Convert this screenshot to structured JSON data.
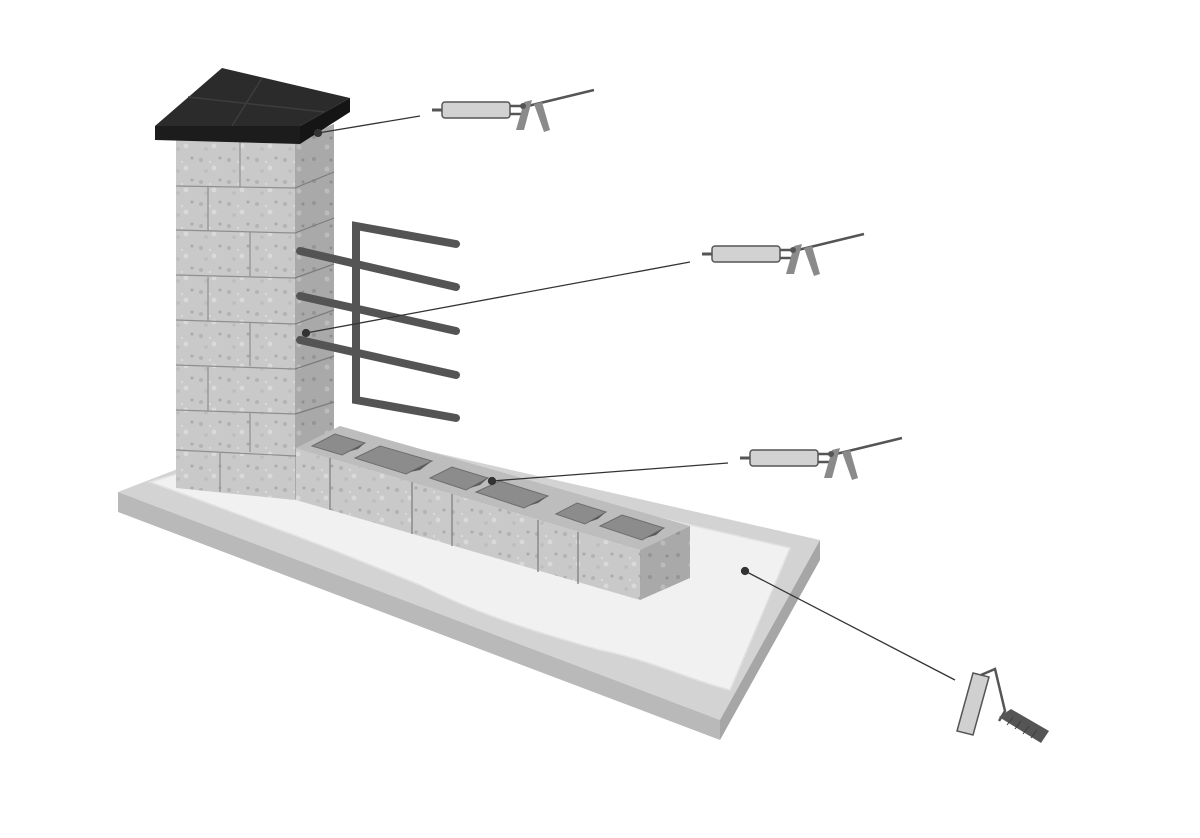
{
  "scene": {
    "type": "illustration",
    "subject": "",
    "colors": {
      "background": "#ffffff",
      "slab": "#d2d2d2",
      "slab_side": "#a9a9a9",
      "coating": "#eeeeee",
      "block": "#c6c6c6",
      "block_dark": "#9d9d9d",
      "cap": "#2c2c2c",
      "rebar": "#555555",
      "leader": "#333333",
      "tool": "#cfcfcf",
      "tool_stroke": "#555555"
    },
    "callouts": [
      {
        "target": "pillar-cap-joint",
        "tool": "caulking-gun-icon"
      },
      {
        "target": "pillar-face",
        "tool": "caulking-gun-icon"
      },
      {
        "target": "hollow-block-wall",
        "tool": "caulking-gun-icon"
      },
      {
        "target": "foundation-slab",
        "tool": "paint-roller-icon"
      }
    ]
  }
}
